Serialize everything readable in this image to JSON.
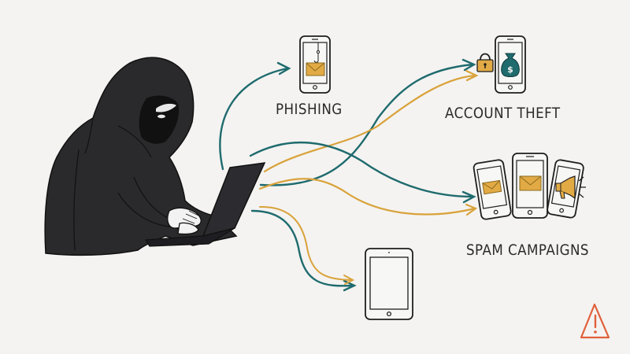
{
  "scene": {
    "title": "Hacker spreading cyber threats to devices",
    "background": "#f4f3f1"
  },
  "colors": {
    "teal": "#1f6b6e",
    "gold": "#d9a23a",
    "ink": "#1e1e1e",
    "hoodie": "#2a2a2c",
    "warning": "#e0603a",
    "envelope": "#e2aa45"
  },
  "labels": {
    "phishing": "PHISHING",
    "account_theft": "ACCOUNT THEFT",
    "spam_campaigns": "SPAM CAMPAIGNS"
  },
  "icons": {
    "hacker": "hooded-hacker-figure",
    "laptop": "laptop-icon",
    "phishing_phone": "phone-with-hooked-envelope-icon",
    "lock": "padlock-icon",
    "money_bag": "money-bag-dollar-icon",
    "spam_phones": "three-phones-envelope-megaphone-icon",
    "tablet": "blank-tablet-icon",
    "warning": "warning-triangle-icon"
  },
  "money_symbol": "$",
  "warning_symbol": "!"
}
